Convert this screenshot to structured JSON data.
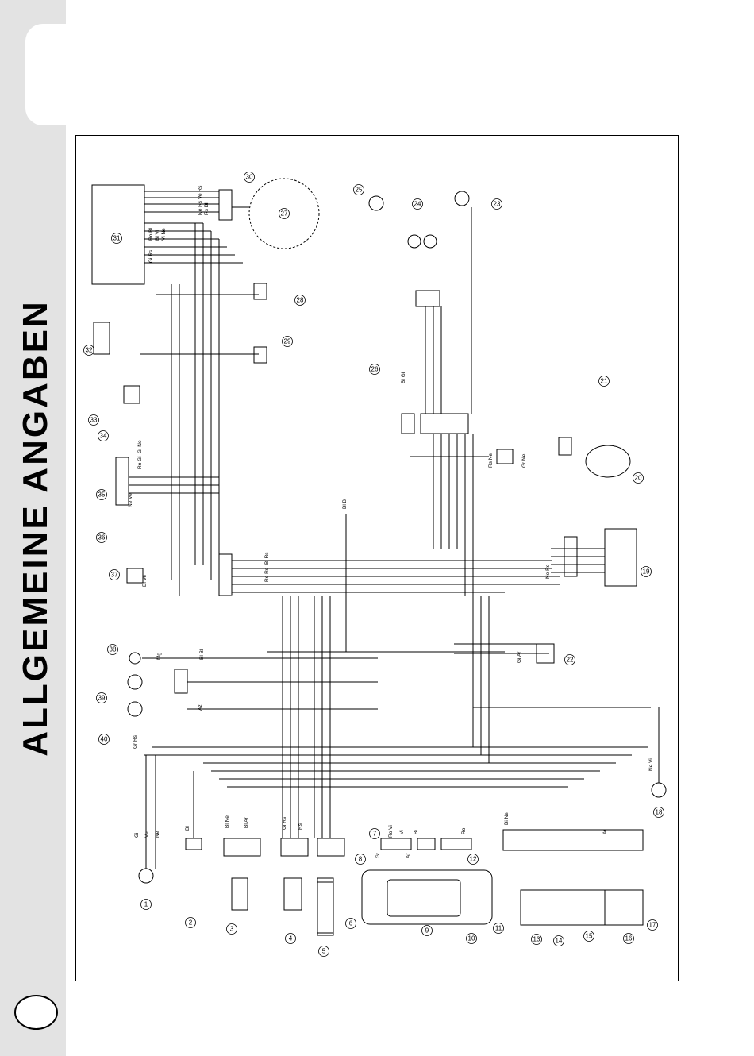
{
  "page": {
    "section_title": "ALLGEMEINE ANGABEN"
  },
  "diagram": {
    "components": [
      {
        "id": "1"
      },
      {
        "id": "2"
      },
      {
        "id": "3"
      },
      {
        "id": "4"
      },
      {
        "id": "5"
      },
      {
        "id": "6"
      },
      {
        "id": "7"
      },
      {
        "id": "8"
      },
      {
        "id": "9"
      },
      {
        "id": "10"
      },
      {
        "id": "11"
      },
      {
        "id": "12"
      },
      {
        "id": "13"
      },
      {
        "id": "14"
      },
      {
        "id": "15"
      },
      {
        "id": "16"
      },
      {
        "id": "17"
      },
      {
        "id": "18"
      },
      {
        "id": "19"
      },
      {
        "id": "20"
      },
      {
        "id": "21"
      },
      {
        "id": "22"
      },
      {
        "id": "23"
      },
      {
        "id": "24"
      },
      {
        "id": "25"
      },
      {
        "id": "26"
      },
      {
        "id": "27"
      },
      {
        "id": "28"
      },
      {
        "id": "29"
      },
      {
        "id": "30"
      },
      {
        "id": "31"
      },
      {
        "id": "32"
      },
      {
        "id": "33"
      },
      {
        "id": "34"
      },
      {
        "id": "35"
      },
      {
        "id": "36"
      },
      {
        "id": "37"
      },
      {
        "id": "38"
      },
      {
        "id": "39"
      },
      {
        "id": "40"
      }
    ],
    "wire_labels": [
      "Gi",
      "Ve",
      "Ne",
      "Bl",
      "Bl Ne",
      "Bl Ar",
      "Gi Rs",
      "Rs",
      "Ro Vi",
      "Vi",
      "Ar",
      "Ro",
      "Ve Rs",
      "Ne Rs",
      "Rs Bl",
      "Ro Bl",
      "Bl Vi",
      "Vi Ne",
      "Gi Rs",
      "Mg",
      "Bl Bl",
      "Az",
      "Ro Gi",
      "Gi Ne",
      "Ne Ve",
      "Bl Rs",
      "Ro Rs",
      "Gr",
      "Gr Rs",
      "Bl Gi",
      "Bi Ne",
      "Bl Bl",
      "Ne Ro",
      "Bl Ve",
      "Bi",
      "Ar",
      "Gi Ar",
      "Gr Ne",
      "Rs Ne",
      "Ne Vi"
    ]
  }
}
